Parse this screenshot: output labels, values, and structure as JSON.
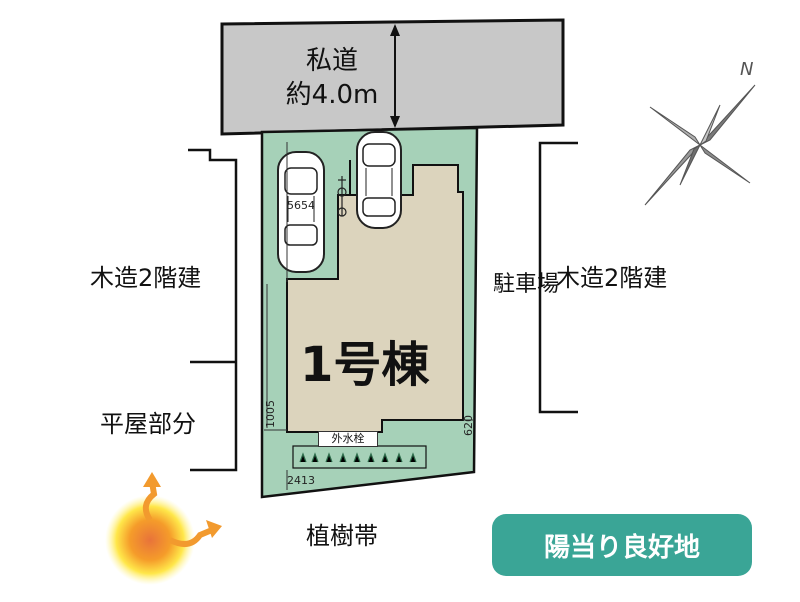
{
  "road": {
    "title": "私道",
    "width": "約4.0m"
  },
  "neighbors": {
    "west": "木造2階建",
    "east": "木造2階建",
    "west_low": "平屋部分"
  },
  "parking_label": "駐車場",
  "planting_label": "植樹帯",
  "building_label": "1号棟",
  "faucet_label": "外水栓",
  "dimensions": {
    "d1": "5654",
    "d2": "1005",
    "d3": "620",
    "d4": "2413"
  },
  "badge": "陽当り良好地",
  "compass": {
    "north_label": "N"
  },
  "colors": {
    "lot": "#a6d1b8",
    "building": "#dcd4bd",
    "road": "#c8c8c8",
    "badge": "#3aa596"
  },
  "icons": [
    "compass-icon",
    "sun-icon",
    "car-icon",
    "bicycle-icon"
  ]
}
